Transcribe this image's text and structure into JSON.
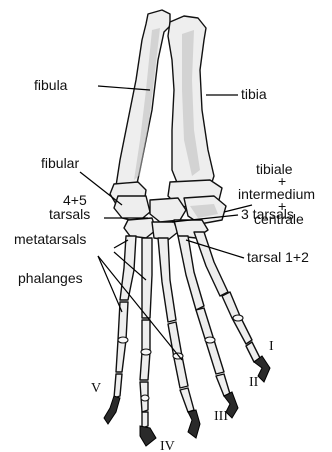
{
  "labels": {
    "fibula": "fibula",
    "tibia": "tibia",
    "tibiale": "tibiale",
    "plus_1": "+",
    "intermedium": "intermedium",
    "plus_2": "+",
    "centrale": "centrale",
    "fibular": "fibular",
    "tarsals_45_line1": "4+5",
    "tarsals_45_line2": "tarsals",
    "tarsals_3": "3 tarsals",
    "metatarsals": "metatarsals",
    "tarsal_12": "tarsal 1+2",
    "phalanges": "phalanges"
  },
  "digits": {
    "I": "I",
    "II": "II",
    "III": "III",
    "IV": "IV",
    "V": "V"
  },
  "colors": {
    "ink": "#111111",
    "bone_fill": "#eeeeee",
    "claw": "#2a2a2a"
  }
}
